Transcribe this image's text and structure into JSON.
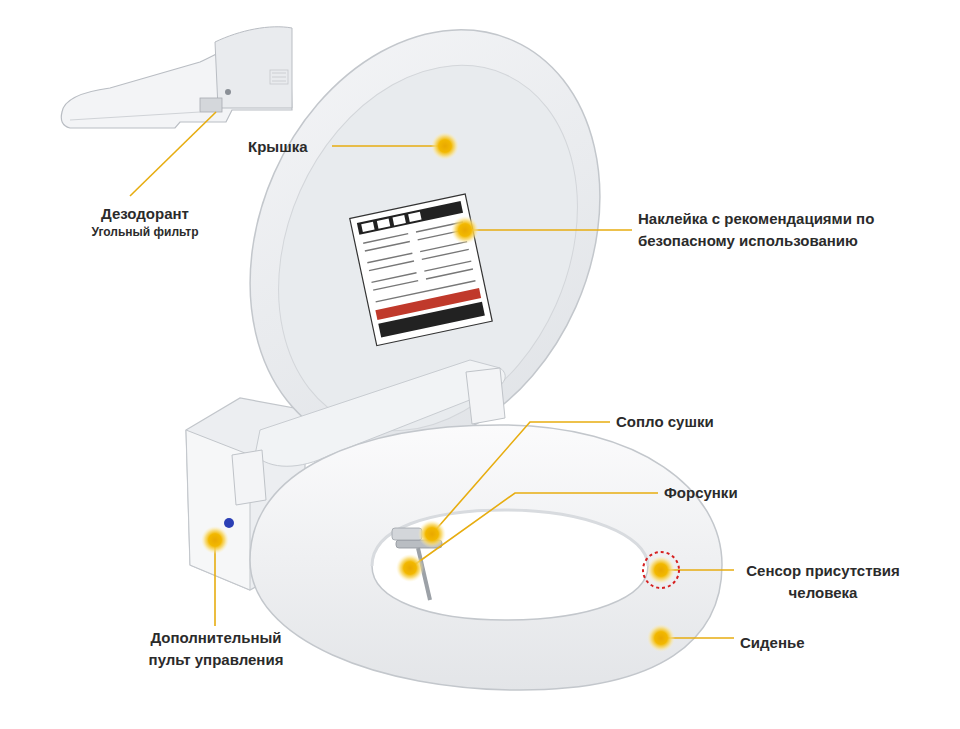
{
  "diagram": {
    "labels": [
      "Дезодорант",
      "Угольный фильтр",
      "Крышка",
      "Наклейка с рекомендациями по безопасному использованию",
      "Сопло сушки",
      "Форсунки",
      "Сенсор присутствия человека",
      "Сиденье",
      "Дополнительный пульт управления"
    ]
  }
}
